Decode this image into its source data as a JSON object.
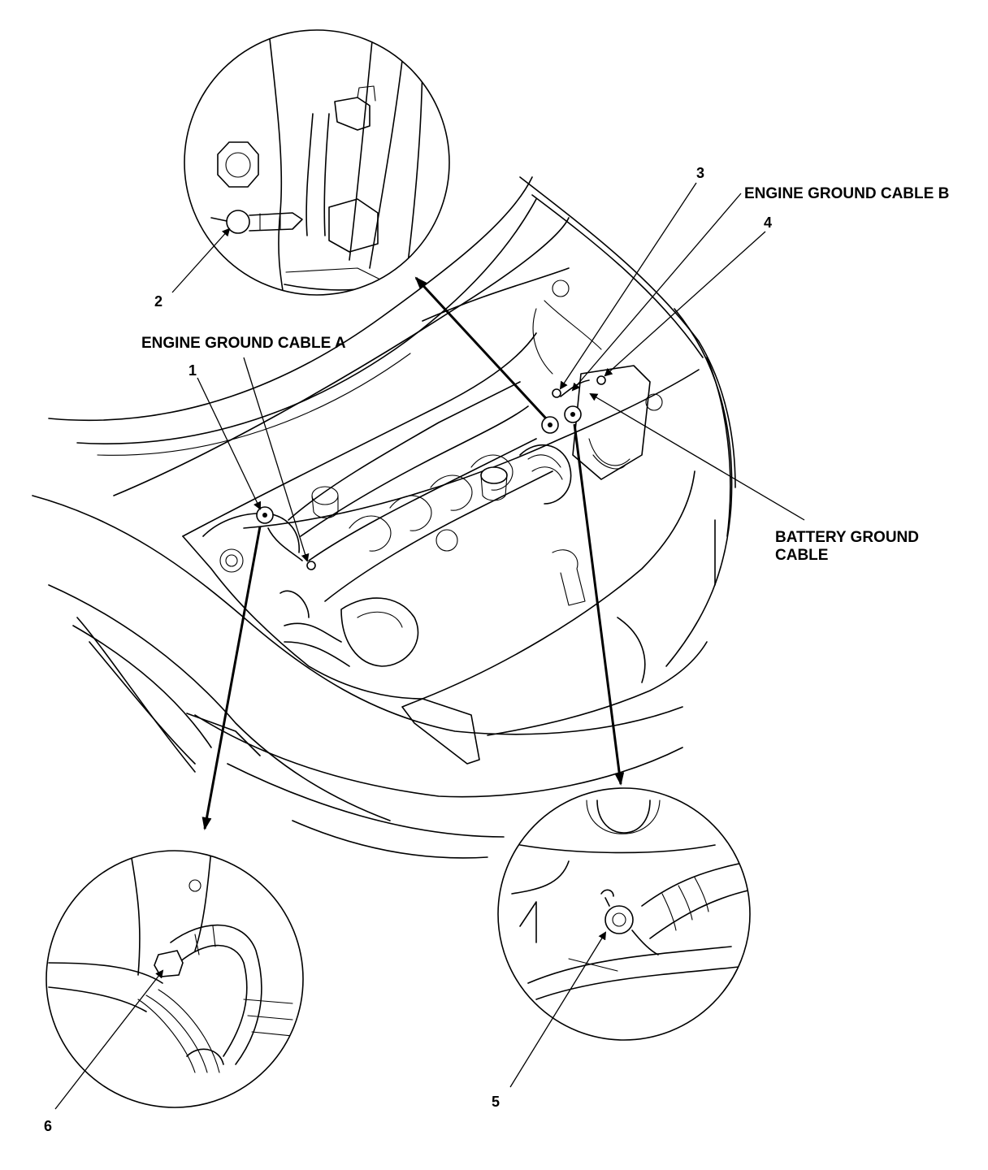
{
  "labels": {
    "engine_ground_cable_a": "ENGINE GROUND CABLE A",
    "engine_ground_cable_b": "ENGINE GROUND CABLE B",
    "battery_ground_cable_line1": "BATTERY GROUND",
    "battery_ground_cable_line2": "CABLE"
  },
  "callouts": {
    "n1": "1",
    "n2": "2",
    "n3": "3",
    "n4": "4",
    "n5": "5",
    "n6": "6"
  },
  "colors": {
    "ink": "#000000",
    "paper": "#ffffff"
  }
}
